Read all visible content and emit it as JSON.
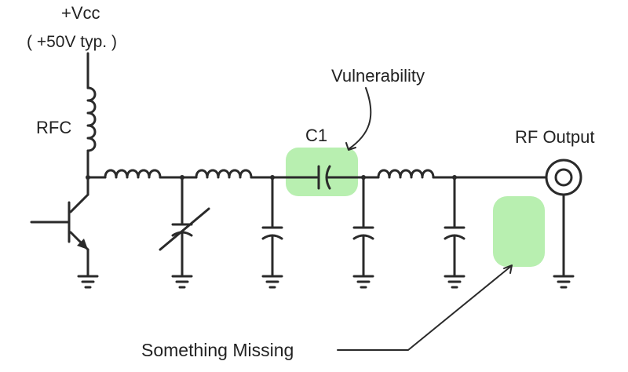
{
  "labels": {
    "vcc": "+Vcc",
    "vcc_note": "( +50V typ. )",
    "rfc": "RFC",
    "c1": "C1",
    "vulnerability": "Vulnerability",
    "rf_output": "RF Output",
    "something_missing": "Something Missing"
  },
  "colors": {
    "wire": "#2a2a2a",
    "highlight": "#b8efb0",
    "background": "#ffffff"
  }
}
